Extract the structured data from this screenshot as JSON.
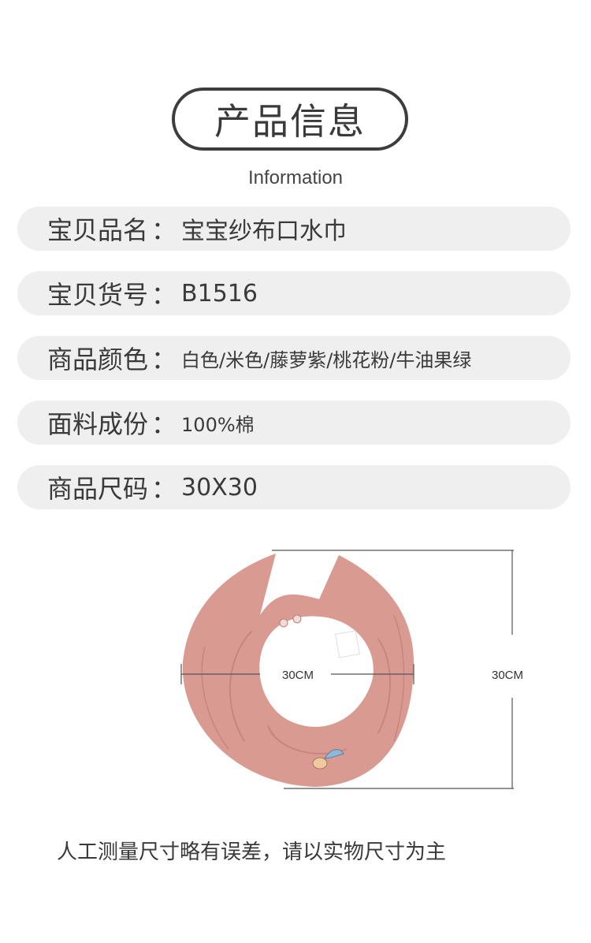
{
  "header": {
    "title": "产品信息",
    "subtitle": "Information"
  },
  "info": {
    "rows": [
      {
        "label": "宝贝品名",
        "colon": "：",
        "value": "宝宝纱布口水巾"
      },
      {
        "label": "宝贝货号",
        "colon": "：",
        "value": "B1516"
      },
      {
        "label": "商品颜色",
        "colon": "：",
        "value": "白色/米色/藤萝紫/桃花粉/牛油果绿"
      },
      {
        "label": "面料成份",
        "colon": "：",
        "value": "100%棉"
      },
      {
        "label": "商品尺码",
        "colon": "：",
        "value": "30X30"
      }
    ]
  },
  "product": {
    "width_label": "30CM",
    "height_label": "30CM",
    "color": "#d99a92"
  },
  "footer": {
    "note": "人工测量尺寸略有误差，请以实物尺寸为主"
  }
}
